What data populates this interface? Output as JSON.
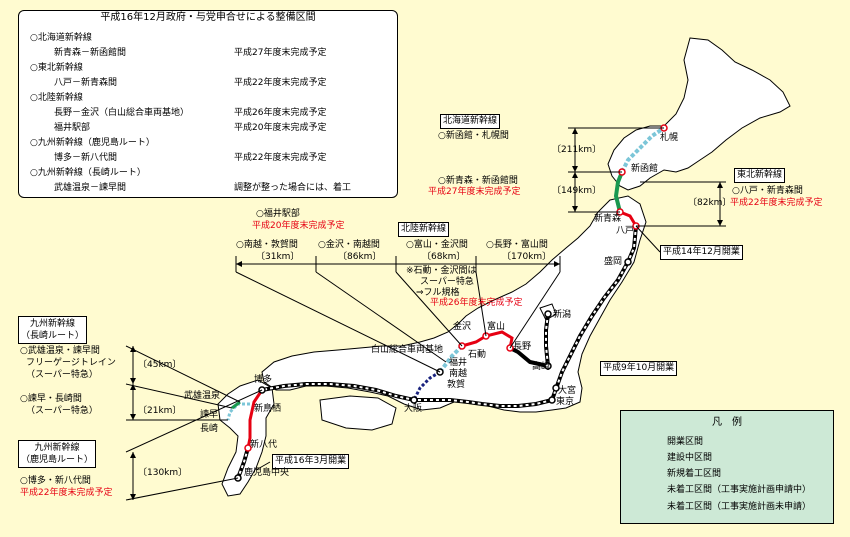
{
  "summary": {
    "title": "平成16年12月政府・与党申合せによる整備区間",
    "rows": [
      {
        "line": "○北海道新幹線",
        "section": "",
        "status": ""
      },
      {
        "line": "",
        "section": "新青森－新函館間",
        "status": "平成27年度末完成予定"
      },
      {
        "line": "○東北新幹線",
        "section": "",
        "status": ""
      },
      {
        "line": "",
        "section": "八戸－新青森間",
        "status": "平成22年度末完成予定"
      },
      {
        "line": "○北陸新幹線",
        "section": "",
        "status": ""
      },
      {
        "line": "",
        "section": "長野－金沢（白山総合車両基地）",
        "status": "平成26年度末完成予定"
      },
      {
        "line": "",
        "section": "福井駅部",
        "status": "平成20年度末完成予定"
      },
      {
        "line": "○九州新幹線（鹿児島ルート）",
        "section": "",
        "status": ""
      },
      {
        "line": "",
        "section": "博多－新八代間",
        "status": "平成22年度末完成予定"
      },
      {
        "line": "○九州新幹線（長崎ルート）",
        "section": "",
        "status": ""
      },
      {
        "line": "",
        "section": "武雄温泉－諫早間",
        "status": "調整が整った場合には、着工"
      }
    ]
  },
  "hokkaido": {
    "header": "北海道新幹線",
    "sec1": "○新函館・札幌間",
    "sec2": "○新青森・新函館間",
    "sec2_status": "平成27年度末完成予定",
    "d1": "〔211km〕",
    "d2": "〔149km〕"
  },
  "tohoku": {
    "header": "東北新幹線",
    "sec": "○八戸・新青森間",
    "status": "平成22年度末完成予定",
    "d": "〔82km〕",
    "open": "平成14年12月開業"
  },
  "hokuriku": {
    "header": "北陸新幹線",
    "fukui": "○福井駅部",
    "fukui_status": "平成20年度末完成予定",
    "s1": "○南越・敦賀間",
    "d1": "〔31km〕",
    "s2": "○金沢・南越間",
    "d2": "〔86km〕",
    "s3": "○富山・金沢間",
    "d3": "〔68km〕",
    "s4": "○長野・富山間",
    "d4": "〔170km〕",
    "note1": "※石動・金沢間は",
    "note2": "スーパー特急",
    "note3": "⇒フル規格",
    "note_status": "平成26年度末完成予定",
    "open": "平成9年10月開業"
  },
  "kyushu_nagasaki": {
    "header1": "九州新幹線",
    "header2": "（長崎ルート）",
    "s1": "○武雄温泉・諫早間",
    "s1b": "フリーゲージトレイン",
    "s1c": "（スーパー特急）",
    "d1": "〔45km〕",
    "s2": "○諫早・長崎間",
    "s2b": "（スーパー特急）",
    "d2": "〔21km〕"
  },
  "kyushu_kagoshima": {
    "header1": "九州新幹線",
    "header2": "（鹿児島ルート）",
    "s1": "○博多・新八代間",
    "status": "平成22年度末完成予定",
    "d": "〔130km〕",
    "open": "平成16年3月開業"
  },
  "stations": {
    "sapporo": "札幌",
    "shinhakodate": "新函館",
    "shinaomori": "新青森",
    "hachinohe": "八戸",
    "morioka": "盛岡",
    "niigata": "新潟",
    "takasaki": "高崎",
    "omiya": "大宮",
    "tokyo": "東京",
    "nagano": "長野",
    "toyama": "富山",
    "isurugi": "石動",
    "kanazawa": "金沢",
    "hakusan": "白山総合車両基地",
    "fukui": "福井",
    "nanetsu": "南越",
    "tsuruga": "敦賀",
    "osaka": "大阪",
    "hakata": "博多",
    "takeo": "武雄温泉",
    "shintosu": "新鳥栖",
    "isahaya": "諫早",
    "nagasaki": "長崎",
    "shinyatsushiro": "新八代",
    "kagoshima": "鹿児島中央"
  },
  "legend": {
    "title": "凡　例",
    "items": [
      {
        "label": "開業区間",
        "color": "#000000",
        "style": "solid"
      },
      {
        "label": "建設中区間",
        "color": "#e60012",
        "style": "solid"
      },
      {
        "label": "新規着工区間",
        "color": "#1a9850",
        "style": "solid"
      },
      {
        "label": "未着工区間（工事実施計画申請中）",
        "color": "#7cc6d8",
        "style": "dashed"
      },
      {
        "label": "未着工区間（工事実施計画未申請）",
        "color": "#1a237e",
        "style": "dashed"
      }
    ]
  }
}
